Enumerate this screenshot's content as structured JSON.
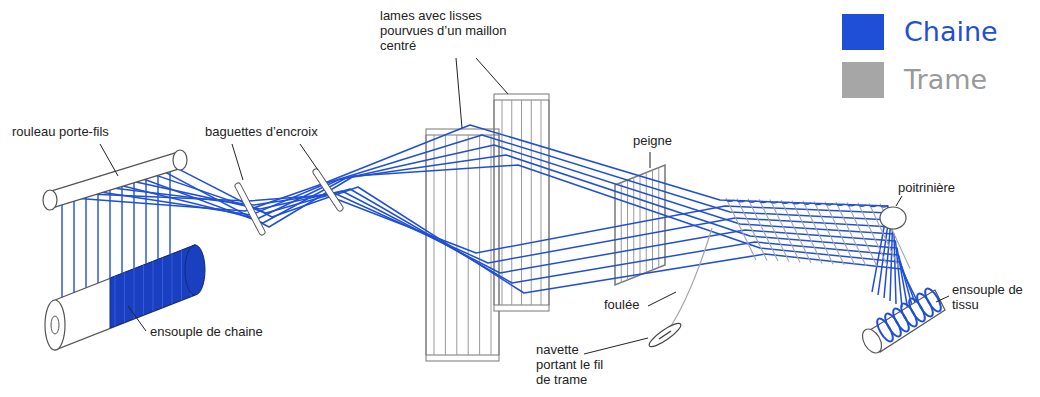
{
  "diagram": {
    "labels": [
      "rouleau porte-fils",
      "baguettes d’encroix",
      "lames avec lisses pourvues d’un maillon centré",
      "peigne",
      "poitrinière",
      "foulée",
      "ensouple de chaine",
      "navette portant le fil de trame",
      "ensouple de tissu"
    ],
    "legend": [
      {
        "text": "Chaine",
        "color": "#1f4fd6"
      },
      {
        "text": "Trame",
        "color": "#a6a6a6"
      }
    ]
  }
}
